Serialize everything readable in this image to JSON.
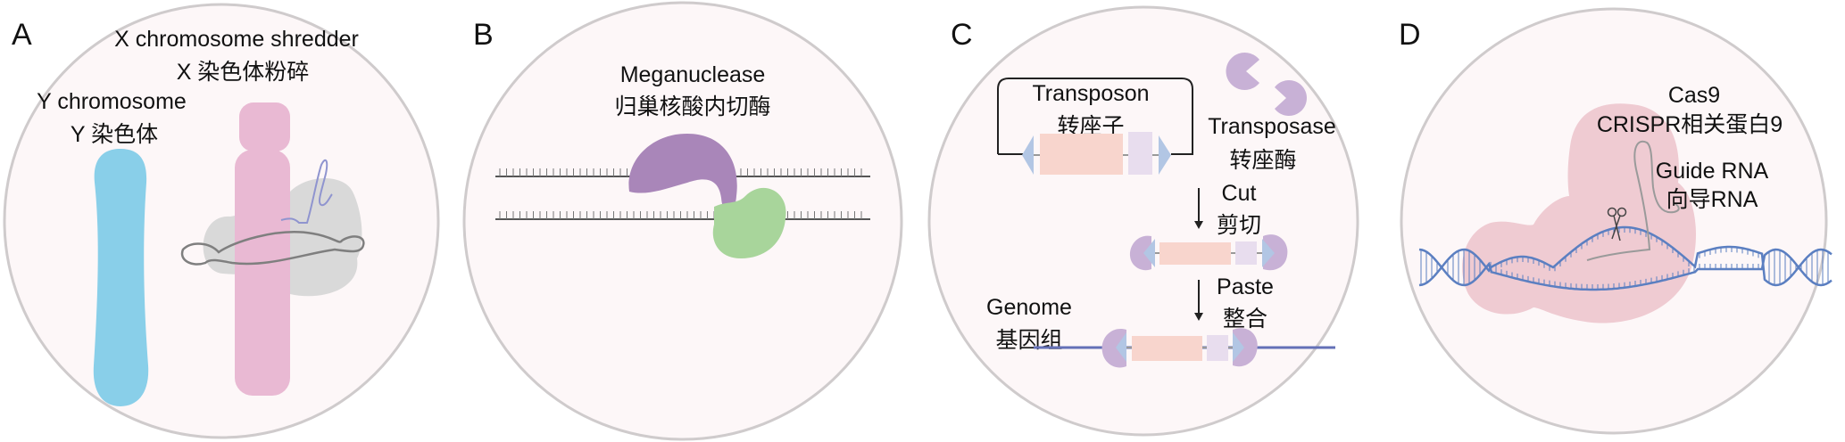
{
  "panels": {
    "a": {
      "label": "A",
      "shredder_en": "X chromosome shredder",
      "shredder_zh": "X 染色体粉碎",
      "y_en": "Y chromosome",
      "y_zh": "Y 染色体"
    },
    "b": {
      "label": "B",
      "enzyme_en": "Meganuclease",
      "enzyme_zh": "归巢核酸内切酶"
    },
    "c": {
      "label": "C",
      "transposon_en": "Transposon",
      "transposon_zh": "转座子",
      "transposase_en": "Transposase",
      "transposase_zh": "转座酶",
      "cut_en": "Cut",
      "cut_zh": "剪切",
      "paste_en": "Paste",
      "paste_zh": "整合",
      "genome_en": "Genome",
      "genome_zh": "基因组"
    },
    "d": {
      "label": "D",
      "cas9_en": "Cas9",
      "cas9_zh": "CRISPR相关蛋白9",
      "grna_en": "Guide RNA",
      "grna_zh": "向导RNA"
    }
  },
  "colors": {
    "panel_bg": "#fdf7f8",
    "y_chromosome": "#89cfe9",
    "x_chromosome": "#e9b9d3",
    "shredder": "#d9d9d9",
    "meganuclease_a": "#a986b9",
    "meganuclease_b": "#a8d59b",
    "transposase": "#c8b1d6",
    "transposon_gene": "#f8d5cd",
    "transposon_gene2": "#e8ddee",
    "inverted_repeat": "#b2c6e4",
    "genome": "#6470b7",
    "cas9": "#efcbd2",
    "dna": "#5b7fc1"
  }
}
